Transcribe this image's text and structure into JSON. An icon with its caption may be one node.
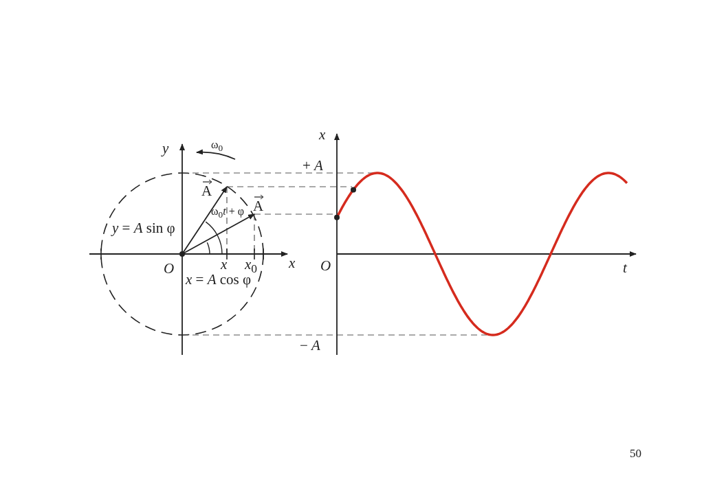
{
  "diagram": {
    "labels": [
      "*x*",
      "*y*",
      "ω$_{0}$",
      "+ *A*",
      "A",
      "ω$_{0}$*t* + φ",
      "A",
      "*y* = *A* sin φ",
      "*O*",
      "*x*",
      "*x*$_{0}$",
      "*x*",
      "*O*",
      "*t*",
      "*x* = *A* cos φ",
      "− *A*",
      "50"
    ]
  }
}
